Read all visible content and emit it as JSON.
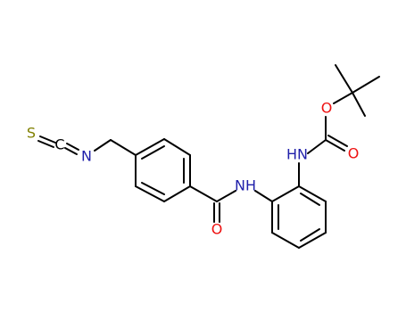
{
  "molecule": {
    "atoms": {
      "sulfur": {
        "label": "S",
        "color": "#808000"
      },
      "isothiocyanate_carbon": {
        "label": "C",
        "color": "#000000"
      },
      "isothiocyanate_nitrogen": {
        "label": "N",
        "color": "#1f1faa"
      },
      "amide_nitrogen": {
        "label": "NH",
        "color": "#1f1faa"
      },
      "amide_oxygen": {
        "label": "O",
        "color": "#ee1111"
      },
      "carbamate_nitrogen": {
        "label": "HN",
        "color": "#1f1faa"
      },
      "ester_oxygen": {
        "label": "O",
        "color": "#ee1111"
      },
      "carbonyl_oxygen": {
        "label": "O",
        "color": "#ee1111"
      }
    }
  }
}
